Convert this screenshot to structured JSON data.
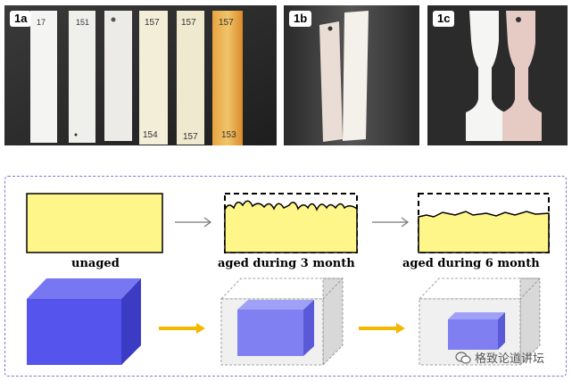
{
  "panels": [
    {
      "tag": "1a"
    },
    {
      "tag": "1b"
    },
    {
      "tag": "1c"
    }
  ],
  "strip_labels": {
    "s1": "17",
    "s2": "151",
    "s4": "157",
    "s5": "157",
    "s6": "157",
    "s4b": "154",
    "s5b": "157",
    "s6b": "153"
  },
  "stages": [
    {
      "label": "unaged"
    },
    {
      "label": "aged during 3 month"
    },
    {
      "label": "aged during 6 month"
    }
  ],
  "colors": {
    "material_yellow": "#fff68a",
    "cube_blue": "#5555ee",
    "arrow_orange": "#f5b800",
    "frame": "#7b7bd0"
  },
  "watermark": {
    "text": "格致论道讲坛",
    "icon": "wechat-icon"
  }
}
